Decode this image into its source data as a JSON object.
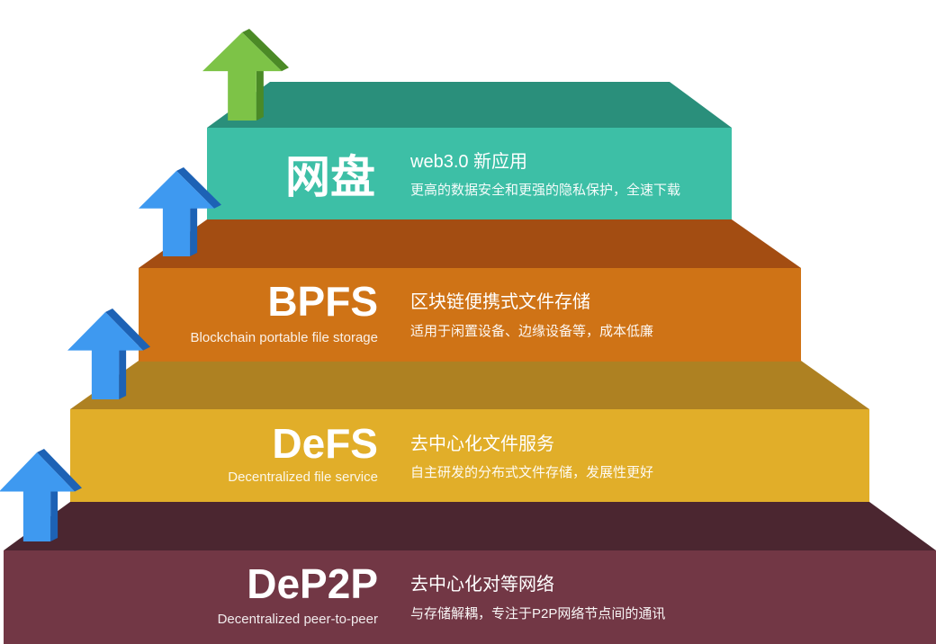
{
  "tiers": [
    {
      "id": "wangpan",
      "title": "网盘",
      "subtitle": "",
      "heading": "web3.0 新应用",
      "description": "更高的数据安全和更强的隐私保护，全速下载",
      "colors": {
        "face": "#3dbfa6",
        "top": "#2a8f7b",
        "side": "#27806f"
      }
    },
    {
      "id": "bpfs",
      "title": "BPFS",
      "subtitle": "Blockchain portable file storage",
      "heading": "区块链便携式文件存储",
      "description": "适用于闲置设备、边缘设备等，成本低廉",
      "colors": {
        "face": "#cf7316",
        "top": "#a34d12",
        "side": "#8f4510"
      }
    },
    {
      "id": "defs",
      "title": "DeFS",
      "subtitle": "Decentralized file service",
      "heading": "去中心化文件服务",
      "description": "自主研发的分布式文件存储，发展性更好",
      "colors": {
        "face": "#e1ae29",
        "top": "#ae8122",
        "side": "#9a711c"
      }
    },
    {
      "id": "dep2p",
      "title": "DeP2P",
      "subtitle": "Decentralized peer-to-peer",
      "heading": "去中心化对等网络",
      "description": "与存储解耦，专注于P2P网络节点间的通讯",
      "colors": {
        "face": "#723745",
        "top": "#4b2630",
        "side": "#3f1f28"
      }
    }
  ],
  "arrows": {
    "top": {
      "icon": "green-up-arrow-icon",
      "colors": {
        "front": "#7dc347",
        "side": "#4b8a26"
      }
    },
    "others": {
      "icon": "blue-up-arrow-icon",
      "colors": {
        "front": "#3e99f0",
        "side": "#1d62b5"
      }
    }
  }
}
